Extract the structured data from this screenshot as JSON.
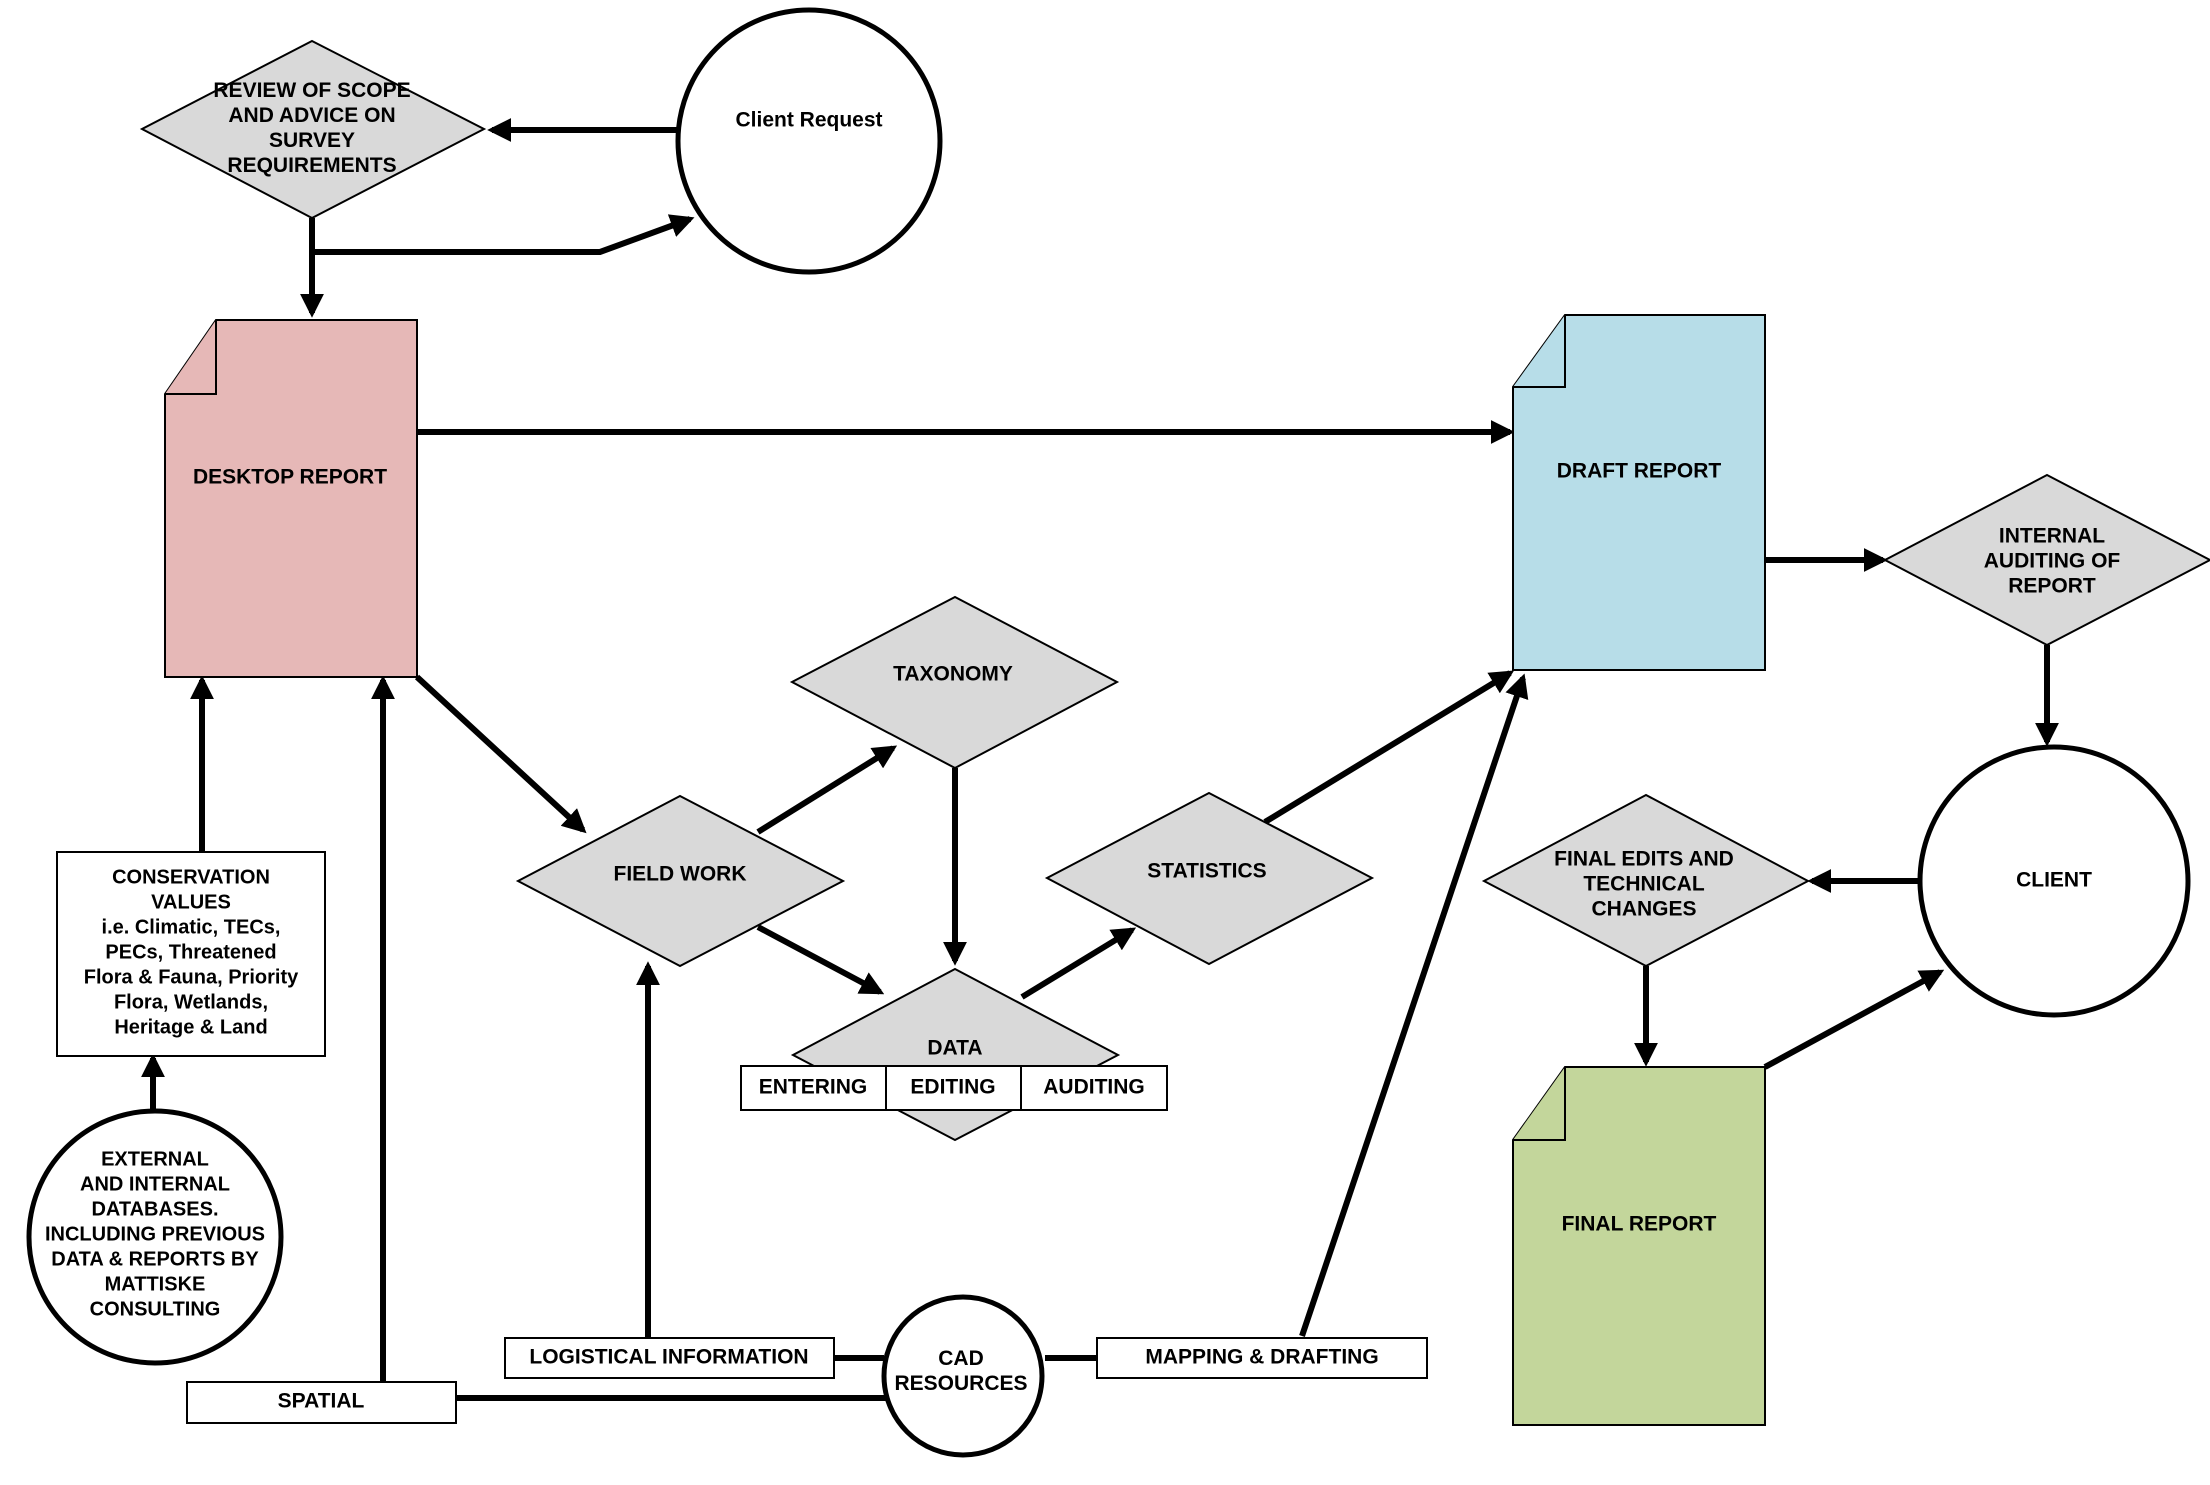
{
  "colors": {
    "diamond_fill": "#d9d9d9",
    "desktop_report_fill": "#e6b8b7",
    "draft_report_fill": "#b7dde8",
    "final_report_fill": "#c3d69b",
    "box_fill": "#ffffff",
    "line": "#000000"
  },
  "nodes": {
    "review_scope": [
      "REVIEW OF SCOPE",
      "AND ADVICE ON",
      "SURVEY",
      "REQUIREMENTS"
    ],
    "client_request": [
      "Client Request"
    ],
    "desktop_report": [
      "DESKTOP REPORT"
    ],
    "draft_report": [
      "DRAFT REPORT"
    ],
    "internal_auditing": [
      "INTERNAL",
      "AUDITING OF",
      "REPORT"
    ],
    "client": [
      "CLIENT"
    ],
    "final_edits": [
      "FINAL EDITS AND",
      "TECHNICAL",
      "CHANGES"
    ],
    "final_report": [
      "FINAL REPORT"
    ],
    "taxonomy": [
      "TAXONOMY"
    ],
    "field_work": [
      "FIELD WORK"
    ],
    "statistics": [
      "STATISTICS"
    ],
    "data": [
      "DATA"
    ],
    "data_entering": [
      "ENTERING"
    ],
    "data_editing": [
      "EDITING"
    ],
    "data_auditing": [
      "AUDITING"
    ],
    "conservation_values": [
      "CONSERVATION",
      "VALUES",
      "i.e. Climatic, TECs,",
      "PECs, Threatened",
      "Flora & Fauna, Priority",
      "Flora, Wetlands,",
      "Heritage & Land"
    ],
    "databases": [
      "EXTERNAL",
      "AND INTERNAL",
      "DATABASES.",
      "INCLUDING PREVIOUS",
      "DATA & REPORTS BY",
      "MATTISKE",
      "CONSULTING"
    ],
    "logistical_information": [
      "LOGISTICAL INFORMATION"
    ],
    "cad_resources": [
      "CAD",
      "RESOURCES"
    ],
    "mapping_drafting": [
      "MAPPING & DRAFTING"
    ],
    "spatial": [
      "SPATIAL"
    ]
  }
}
